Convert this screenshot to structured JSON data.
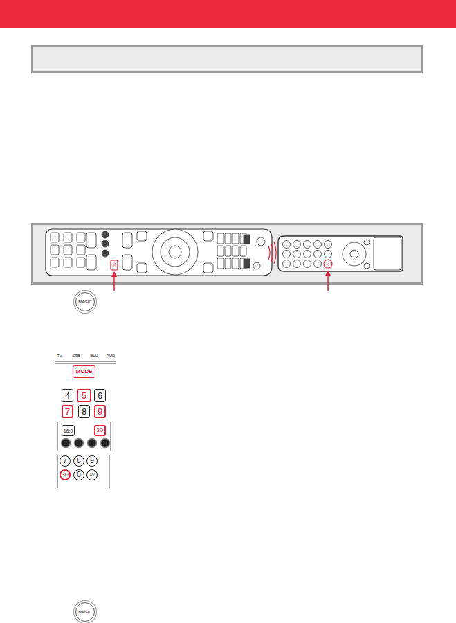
{
  "diagram": {
    "nodes": [
      {
        "text": [
          "MAGIC"
        ]
      },
      {
        "text": [
          "MODE"
        ]
      },
      {
        "text": [
          "4"
        ]
      },
      {
        "text": [
          "5"
        ]
      },
      {
        "text": [
          "6"
        ]
      },
      {
        "text": [
          "7"
        ]
      },
      {
        "text": [
          "8"
        ]
      },
      {
        "text": [
          "9"
        ]
      },
      {
        "text": [
          "16:9"
        ]
      },
      {
        "text": [
          "3D"
        ]
      },
      {
        "text": [
          "7"
        ]
      },
      {
        "text": [
          "8"
        ]
      },
      {
        "text": [
          "9"
        ]
      },
      {
        "text": [
          "3D"
        ]
      },
      {
        "text": [
          "0"
        ]
      },
      {
        "text": [
          "AV"
        ]
      },
      {
        "text": [
          "MAGIC"
        ]
      }
    ],
    "labels": [
      "TV",
      "STB",
      "BLU",
      "AUD",
      "3D",
      "3D"
    ]
  }
}
